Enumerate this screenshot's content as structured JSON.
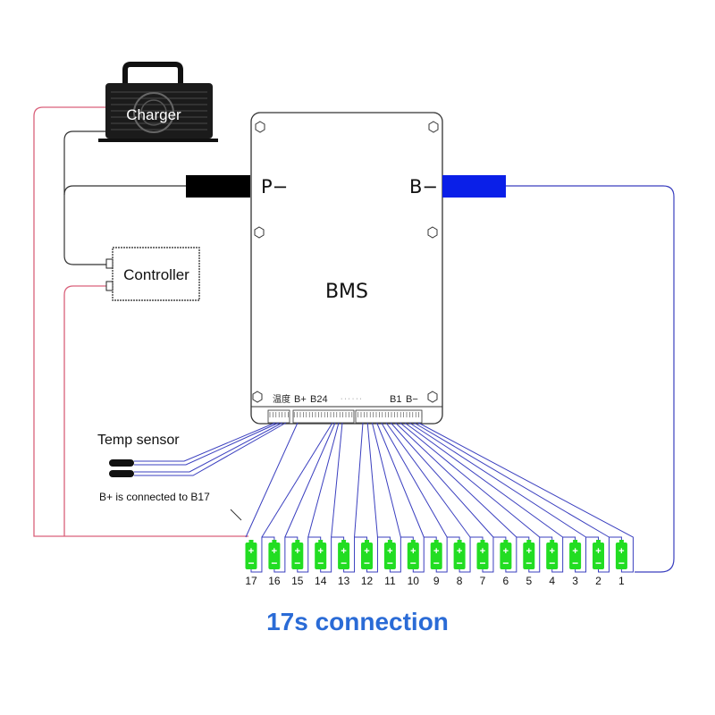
{
  "title": "17s connection",
  "charger": {
    "label": "Charger"
  },
  "controller": {
    "label": "Controller"
  },
  "bms": {
    "label": "BMS",
    "p_minus": "P−",
    "b_minus": "B−",
    "bottom_labels": {
      "temp": "温度",
      "b_plus": "B+",
      "b24": "B24",
      "dots": "· · · · · ·",
      "b1": "B1",
      "b_minus": "B−"
    }
  },
  "temp_sensor": {
    "label": "Temp sensor"
  },
  "note": "B+ is connected to B17",
  "cells": {
    "count": 17,
    "labels": [
      "17",
      "16",
      "15",
      "14",
      "13",
      "12",
      "11",
      "10",
      "9",
      "8",
      "7",
      "6",
      "5",
      "4",
      "3",
      "2",
      "1"
    ],
    "plus_symbol": "+",
    "minus_symbol": "−"
  },
  "colors": {
    "wire_blue": "#3a3fbf",
    "wire_pink": "#d9607a",
    "wire_black": "#333333",
    "cell_green": "#22dd22",
    "b_minus_terminal": "#0a1fe8",
    "p_minus_terminal": "#000000",
    "caption": "#2a6bd6"
  }
}
